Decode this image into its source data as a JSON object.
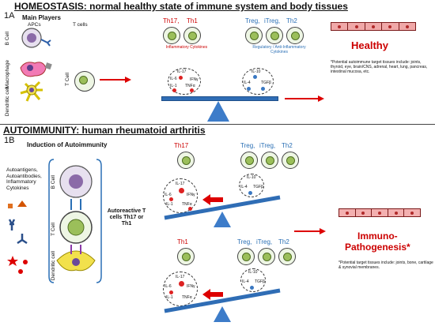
{
  "top": {
    "title": "HOMEOSTASIS: normal healthy state of immune system and body tissues",
    "tag": "1A",
    "main_players": "Main Players",
    "apcs": "APCs",
    "t_cells": "T cells",
    "b_cell": "B Cell",
    "macrophage": "Macrophage",
    "dendritic": "Dendritic cell",
    "t_cell": "T Cell",
    "th17": "Th17,",
    "th1": "Th1",
    "treg": "Treg,",
    "itreg": "iTreg,",
    "th2": "Th2",
    "inflammatory": "Inflammatory Cytokines",
    "regulatory": "Regulatory / Anti-Inflammatory Cytokines",
    "cyt_il17": "IL-17",
    "cyt_il6": "IL-6",
    "cyt_ifn": "IFNγ",
    "cyt_il1": "IL-1",
    "cyt_tnfa": "TNFα",
    "cyt_il10": "IL-10",
    "cyt_il4": "IL-4",
    "cyt_tgfb": "TGFβ",
    "healthy": "Healthy",
    "healthy_note": "*Potential autoimmune target tissues include: joints, thyroid, eye, brain/CNS, adrenal, heart, lung, pancreas, intestinal mucosa, etc."
  },
  "bottom": {
    "title": "AUTOIMMUNITY: human rheumatoid arthritis",
    "tag": "1B",
    "induction": "Induction of Autoimmunity",
    "antigens": "Autoantigens, Autoantibodies, Inflammatory Cytokines",
    "b_cell": "B Cell",
    "t_cell": "T Cell",
    "dendritic": "Dendritic cell",
    "autoreactive": "Autoreactive T cells Th17 or Th1",
    "th17": "Th17",
    "th1": "Th1",
    "treg": "Treg,",
    "itreg": "iTreg,",
    "th2": "Th2",
    "cyt_il17": "IL-17",
    "cyt_il6": "IL-6",
    "cyt_ifn": "IFNγ",
    "cyt_il1": "IL-1",
    "cyt_tnfa": "TNFα",
    "cyt_il10": "IL-10",
    "cyt_il4": "IL-4",
    "cyt_tgfb": "TGFβ",
    "immuno": "Immuno-",
    "pathogenesis": "Pathogenesis*",
    "patho_note": "*Potential target tissues include: joints, bone, cartilage & synovial membranes."
  },
  "colors": {
    "red": "#cc0000",
    "blue": "#2a6fb5",
    "cell_green": "#9bbf5a",
    "beam_blue": "#2f6db5"
  }
}
